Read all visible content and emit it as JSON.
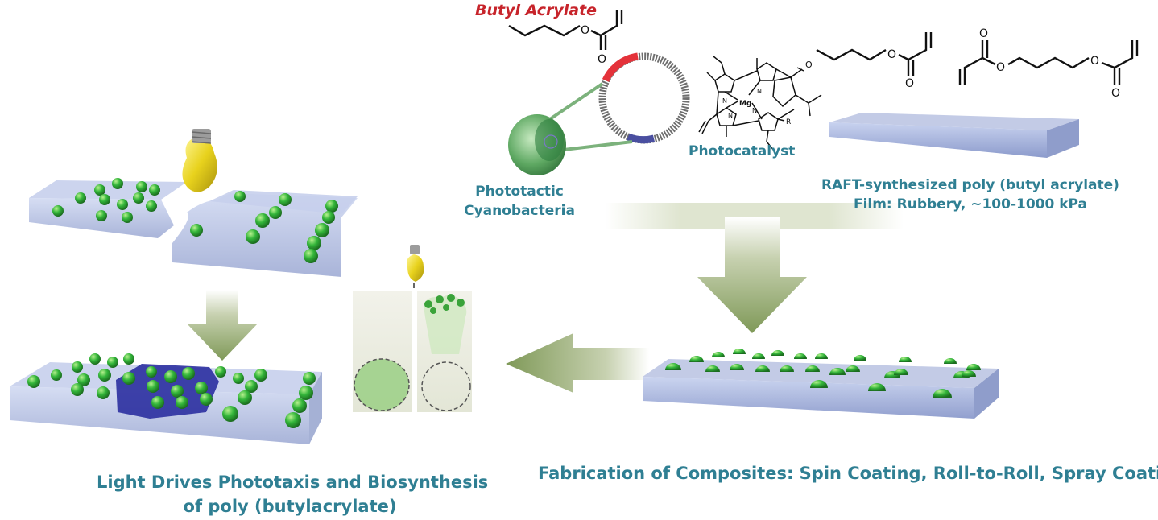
{
  "labels": {
    "monomer_name": "Butyl Acrylate",
    "cyano_line1": "Phototactic",
    "cyano_line2": "Cyanobacteria",
    "photocatalyst": "Photocatalyst",
    "raft_line1": "RAFT-synthesized poly (butyl acrylate)",
    "raft_line2": "Film: Rubbery, ~100-1000 kPa",
    "fabrication": "Fabrication of Composites: Spin Coating, Roll-to-Roll, Spray Coating",
    "light_line1": "Light Drives Phototaxis and Biosynthesis",
    "light_line2": "of poly (butylacrylate)"
  },
  "colors": {
    "label_teal": "#2f7f93",
    "monomer_red": "#c7242b",
    "film_blue": "#9fb0df",
    "bead_green": "#33b53a",
    "arrow_green": "#8aa065",
    "bulb_yellow": "#e8d21d",
    "illuminated_blue": "#2b2fa0"
  },
  "chem": {
    "porphyrin_metal": "Mg",
    "porphyrin_n": "N",
    "porphyrin_r": "R"
  }
}
